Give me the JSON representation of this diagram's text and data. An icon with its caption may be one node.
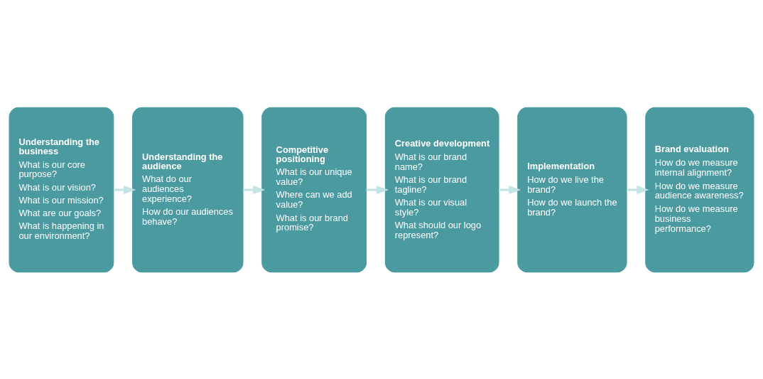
{
  "diagram": {
    "nodes": [
      {
        "text": [
          "Understanding the business",
          "What is our core purpose?",
          "What is our vision?",
          "What is our mission?",
          "What are our goals?",
          "What is happening in our environment?"
        ]
      },
      {
        "text": [
          "Understanding the audience",
          "What do our audiences experience?",
          "How do our audiences behave?"
        ]
      },
      {
        "text": [
          "Competitive positioning",
          "What is our unique value?",
          "Where can we add value?",
          "What is our brand promise?"
        ]
      },
      {
        "text": [
          "Creative development",
          "What is our brand name?",
          "What is our brand tagline?",
          "What is our visual style?",
          "What should our logo represent?"
        ]
      },
      {
        "text": [
          "Implementation",
          "How do we live the brand?",
          "How do we launch the brand?"
        ]
      },
      {
        "text": [
          "Brand evaluation",
          "How do we measure internal alignment?",
          "How do we measure audience awareness?",
          "How do we measure business performance?"
        ]
      }
    ],
    "edges": [
      {
        "from": 0,
        "to": 1,
        "arrow": "to",
        "color": "#c3e3e6"
      },
      {
        "from": 1,
        "to": 2,
        "arrow": "to",
        "color": "#c3e3e6"
      },
      {
        "from": 2,
        "to": 3,
        "arrow": "to",
        "color": "#c3e3e6"
      },
      {
        "from": 3,
        "to": 4,
        "arrow": "to",
        "color": "#c3e3e6"
      },
      {
        "from": 4,
        "to": 5,
        "arrow": "to",
        "color": "#c3e3e6"
      }
    ]
  }
}
